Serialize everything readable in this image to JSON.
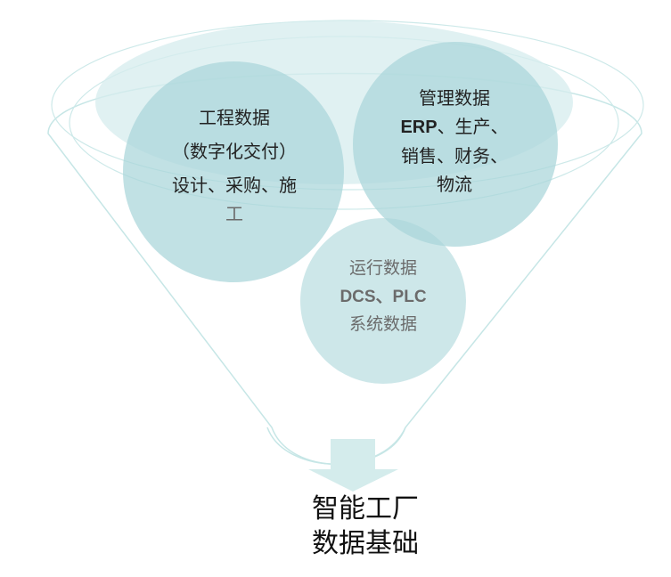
{
  "engineering": {
    "title": "工程数据",
    "subtitle": "（数字化交付）",
    "detail_line1": "设计、采购、施",
    "detail_line2": "工"
  },
  "management": {
    "title": "管理数据",
    "detail_line1_latin": "ERP",
    "detail_line1_rest": "、生产、",
    "detail_line2": "销售、财务、",
    "detail_line3": "物流"
  },
  "operations": {
    "title": "运行数据",
    "detail_line1": "DCS、PLC",
    "detail_line2": "系统数据"
  },
  "result": {
    "line1": "智能工厂",
    "line2": "数据基础"
  },
  "colors": {
    "circle_fill": "#a9d6d9",
    "funnel_stroke": "#bfe3e3",
    "rim_fill": "#d6ecee",
    "arrow_fill": "#d4ecec"
  }
}
